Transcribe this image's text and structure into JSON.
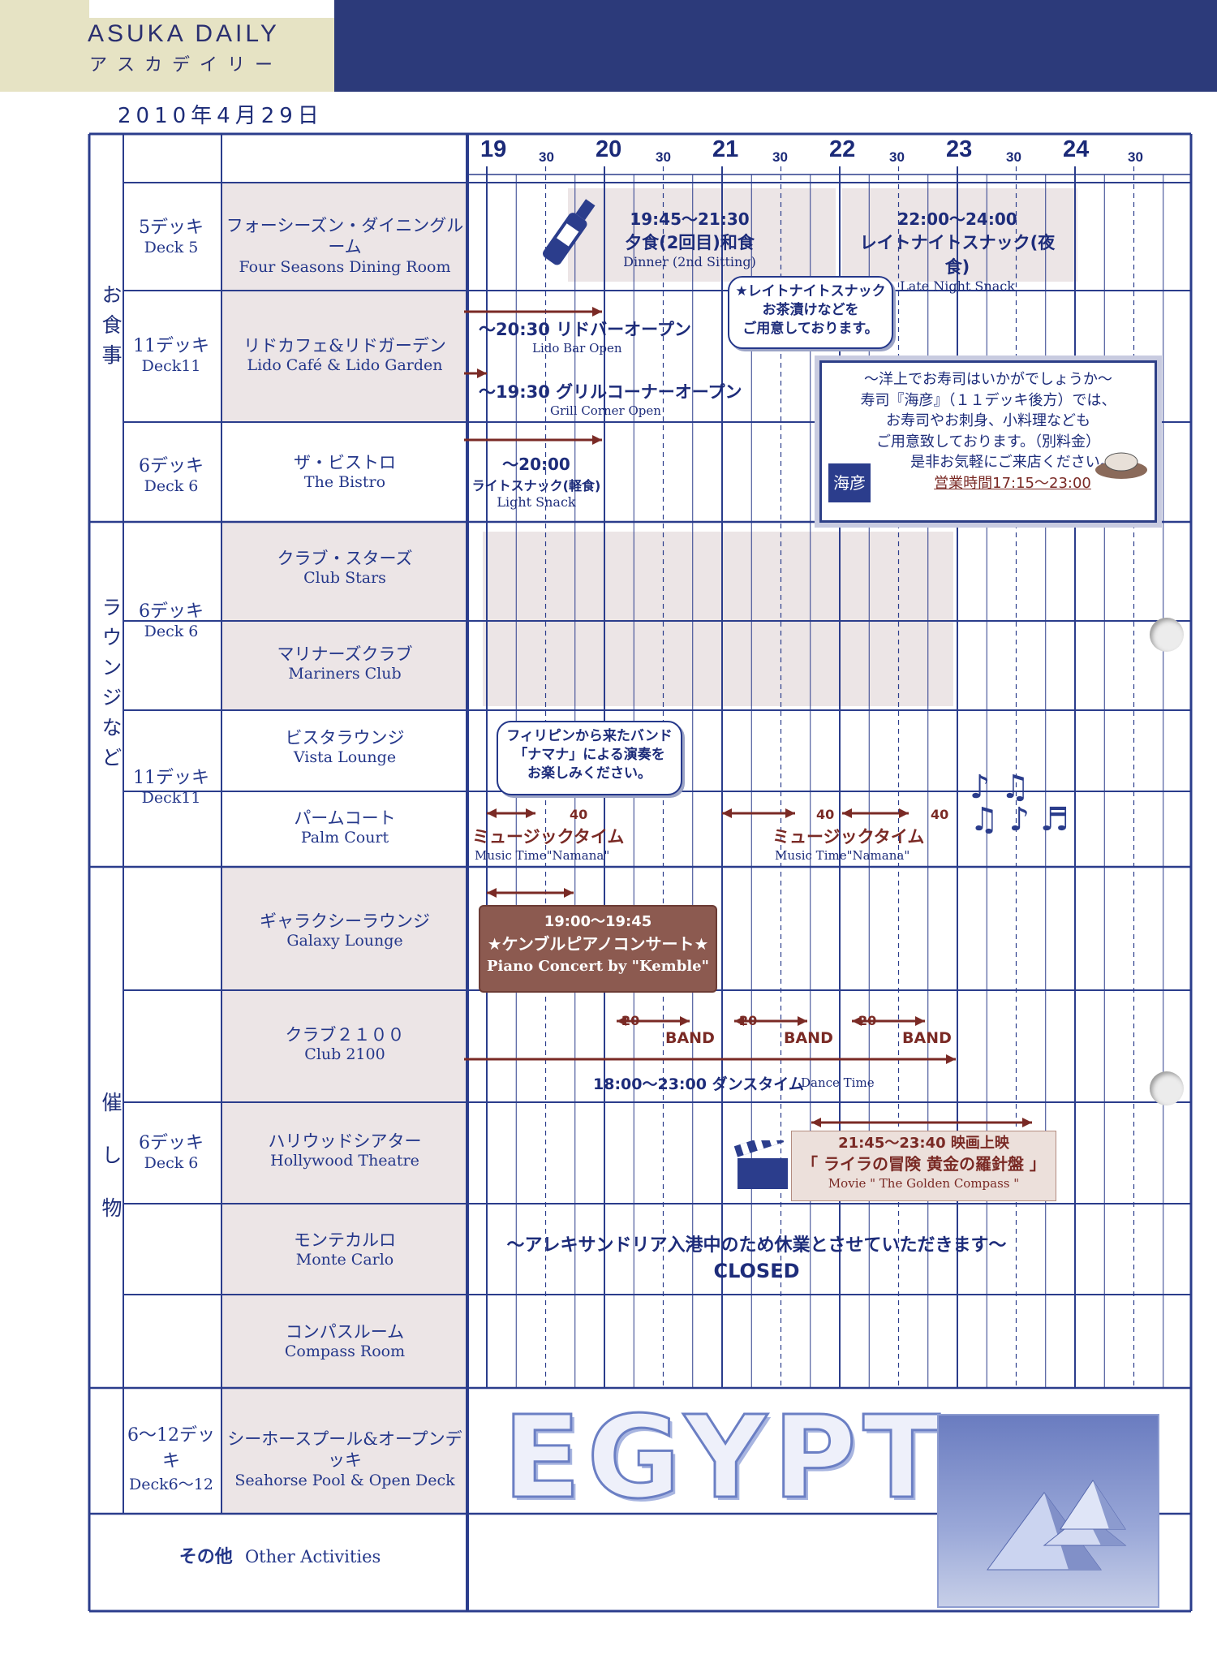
{
  "header": {
    "brand": "ASUKA DAILY",
    "brand_ja": "アスカデイリー",
    "date": "2010年4月29日"
  },
  "timeline": {
    "hours": [
      "19",
      "20",
      "21",
      "22",
      "23",
      "24"
    ],
    "half_label": "30"
  },
  "categories": {
    "meals": "お食事",
    "lounges": "ラウンジなど",
    "events": "催し物"
  },
  "decks": {
    "d5": {
      "ja": "5デッキ",
      "en": "Deck 5"
    },
    "d11a": {
      "ja": "11デッキ",
      "en": "Deck11"
    },
    "d6a": {
      "ja": "6デッキ",
      "en": "Deck 6"
    },
    "d6b": {
      "ja": "6デッキ",
      "en": "Deck 6"
    },
    "d11b": {
      "ja": "11デッキ",
      "en": "Deck11"
    },
    "d6c": {
      "ja": "6デッキ",
      "en": "Deck 6"
    },
    "d612": {
      "ja": "6〜12デッキ",
      "en": "Deck6〜12"
    }
  },
  "venues": {
    "four_seasons": {
      "ja": "フォーシーズン・ダイニングルーム",
      "en": "Four Seasons Dining Room"
    },
    "lido": {
      "ja": "リドカフェ&リドガーデン",
      "en": "Lido Café & Lido Garden"
    },
    "bistro": {
      "ja": "ザ・ビストロ",
      "en": "The Bistro"
    },
    "club_stars": {
      "ja": "クラブ・スターズ",
      "en": "Club Stars"
    },
    "mariners": {
      "ja": "マリナーズクラブ",
      "en": "Mariners Club"
    },
    "vista": {
      "ja": "ビスタラウンジ",
      "en": "Vista Lounge"
    },
    "palm": {
      "ja": "パームコート",
      "en": "Palm Court"
    },
    "galaxy": {
      "ja": "ギャラクシーラウンジ",
      "en": "Galaxy Lounge"
    },
    "club2100": {
      "ja": "クラブ２１００",
      "en": "Club 2100"
    },
    "hollywood": {
      "ja": "ハリウッドシアター",
      "en": "Hollywood Theatre"
    },
    "monte": {
      "ja": "モンテカルロ",
      "en": "Monte Carlo"
    },
    "compass": {
      "ja": "コンパスルーム",
      "en": "Compass Room"
    },
    "seahorse": {
      "ja": "シーホースプール&オープンデッキ",
      "en": "Seahorse Pool & Open Deck"
    },
    "other": {
      "ja": "その他",
      "en": "Other Activities"
    }
  },
  "events": {
    "dinner": {
      "time": "19:45〜21:30",
      "ja": "夕食(2回目)和食",
      "en": "Dinner (2nd Sitting)"
    },
    "late_snack": {
      "time": "22:00〜24:00",
      "ja": "レイトナイトスナック(夜食)",
      "en": "Late Night Snack"
    },
    "late_bubble": {
      "l1": "★レイトナイトスナック",
      "l2": "お茶漬けなどを",
      "l3": "ご用意しております。"
    },
    "lido_bar": {
      "ja": "〜20:30 リドバーオープン",
      "en": "Lido Bar Open"
    },
    "grill": {
      "ja": "〜19:30 グリルコーナーオープン",
      "en": "Grill Corner Open"
    },
    "sushi": {
      "l1": "〜洋上でお寿司はいかがでしょうか〜",
      "l2": "寿司『海彦』（１１デッキ後方）では、",
      "l3": "お寿司やお刺身、小料理なども",
      "l4": "ご用意致しております。（別料金）",
      "l5": "是非お気軽にご来店ください。",
      "hours": "営業時間17:15〜23:00",
      "logo": "海彦"
    },
    "bistro_snack": {
      "time": "〜20:00",
      "ja": "ライトスナック(軽食)",
      "en": "Light Snack"
    },
    "band_bubble": {
      "l1": "フィリピンから来たバンド",
      "l2": "「ナマナ」による演奏を",
      "l3": "お楽しみください。"
    },
    "music1": {
      "num": "40",
      "ja": "ミュージックタイム",
      "en": "Music Time\"Namana\""
    },
    "music2": {
      "num1": "40",
      "num2": "40",
      "ja": "ミュージックタイム",
      "en": "Music Time\"Namana\""
    },
    "piano": {
      "time": "19:00〜19:45",
      "ja": "★ケンブルピアノコンサート★",
      "en": "Piano Concert by \"Kemble\""
    },
    "band": {
      "num": "20",
      "label": "BAND"
    },
    "dance": {
      "ja": "18:00〜23:00 ダンスタイム",
      "en": "Dance Time"
    },
    "movie": {
      "time": "21:45〜23:40 映画上映",
      "ja": "「 ライラの冒険 黄金の羅針盤 」",
      "en": "Movie \" The Golden Compass \""
    },
    "closed": {
      "ja": "〜アレキサンドリア入港中のため休業とさせていただきます〜",
      "en": "CLOSED"
    },
    "egypt": "EGYPT"
  }
}
